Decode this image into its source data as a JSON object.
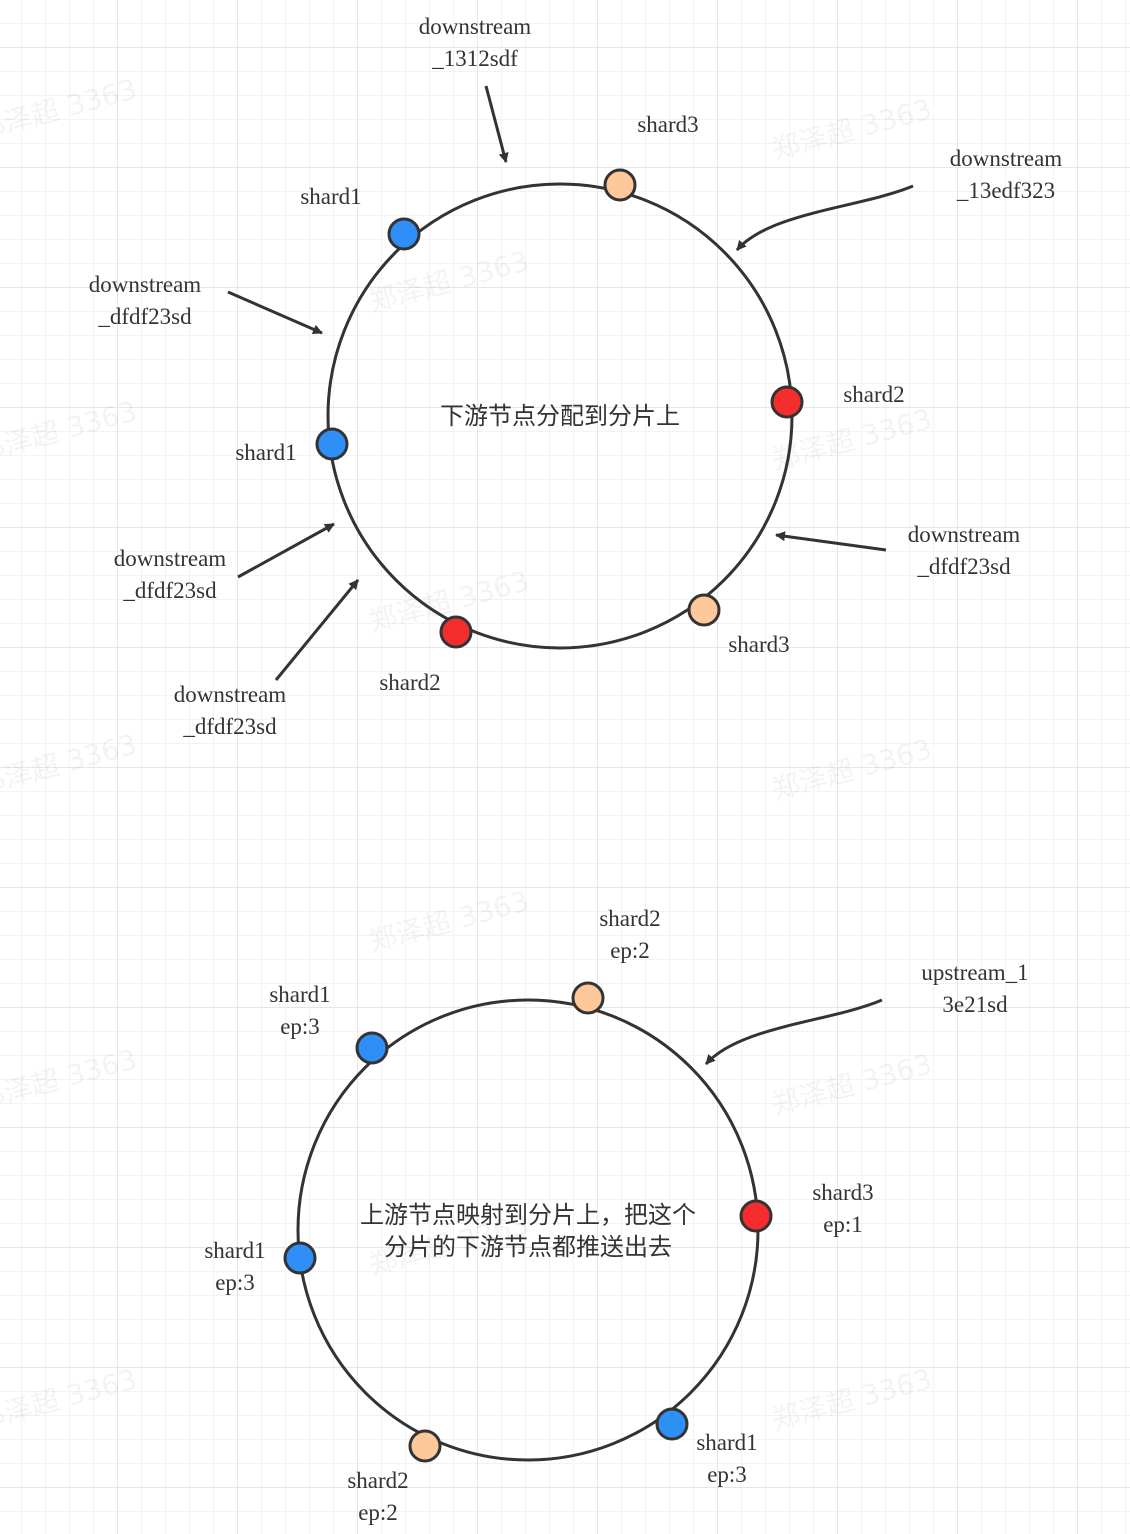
{
  "colors": {
    "blue": "#2f8ff7",
    "red": "#f62d2d",
    "peach": "#fdc99a",
    "stroke": "#333333"
  },
  "watermark": "郑泽超 3363",
  "top_ring": {
    "center_label": "下游节点分配到分片上",
    "nodes": [
      {
        "name": "shard1",
        "color": "blue"
      },
      {
        "name": "shard3",
        "color": "peach"
      },
      {
        "name": "shard2",
        "color": "red"
      },
      {
        "name": "shard3",
        "color": "peach"
      },
      {
        "name": "shard2",
        "color": "red"
      },
      {
        "name": "shard1",
        "color": "blue"
      }
    ],
    "downstreams": [
      [
        "downstream",
        "_1312sdf"
      ],
      [
        "downstream",
        "_13edf323"
      ],
      [
        "downstream",
        "_dfdf23sd"
      ],
      [
        "downstream",
        "_dfdf23sd"
      ],
      [
        "downstream",
        "_dfdf23sd"
      ],
      [
        "downstream",
        "_dfdf23sd"
      ]
    ]
  },
  "bottom_ring": {
    "center_label": [
      "上游节点映射到分片上，把这个",
      "分片的下游节点都推送出去"
    ],
    "nodes": [
      {
        "name": "shard1",
        "ep": "ep:3",
        "color": "blue"
      },
      {
        "name": "shard2",
        "ep": "ep:2",
        "color": "peach"
      },
      {
        "name": "shard3",
        "ep": "ep:1",
        "color": "red"
      },
      {
        "name": "shard1",
        "ep": "ep:3",
        "color": "blue"
      },
      {
        "name": "shard2",
        "ep": "ep:2",
        "color": "peach"
      },
      {
        "name": "shard1",
        "ep": "ep:3",
        "color": "blue"
      }
    ],
    "upstream": [
      "upstream_1",
      "3e21sd"
    ]
  }
}
